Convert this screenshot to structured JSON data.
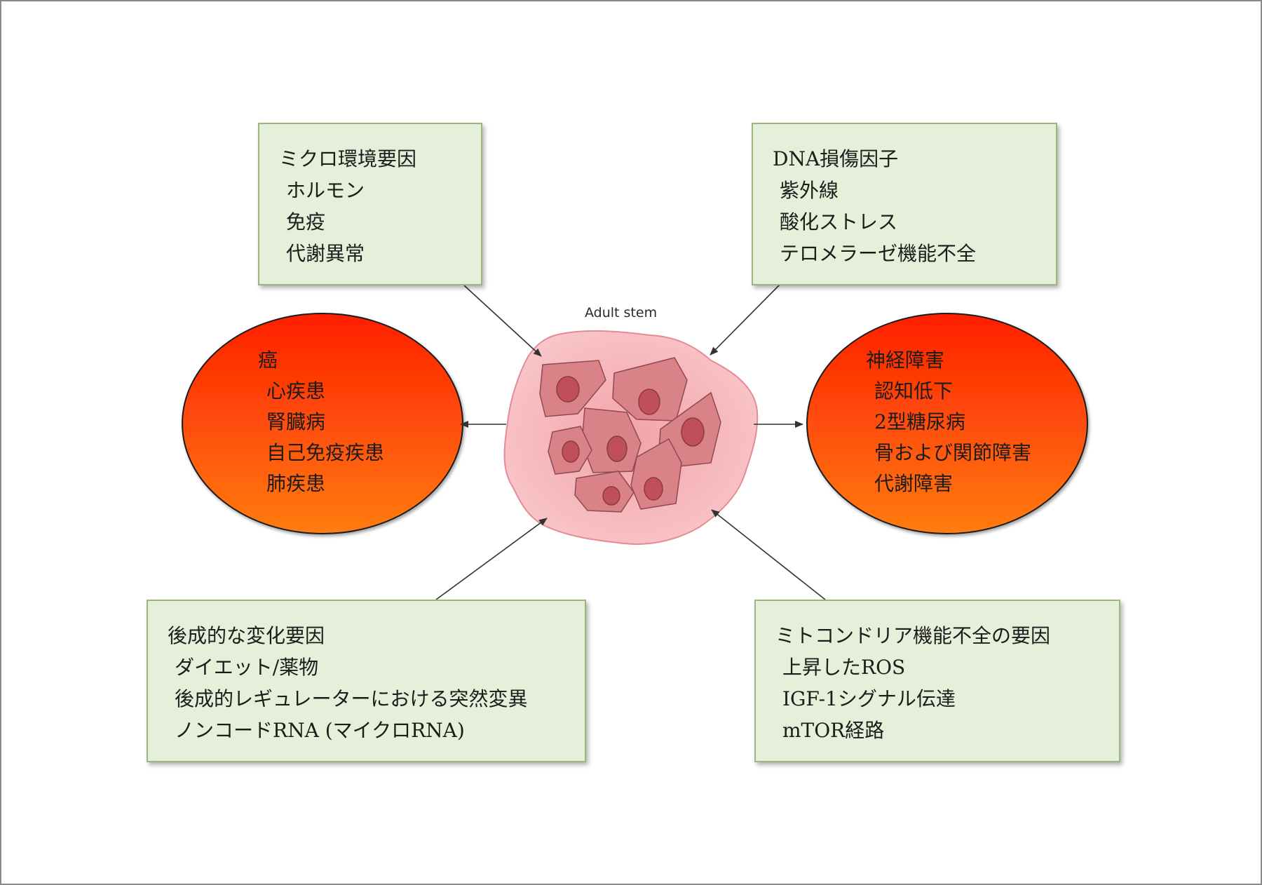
{
  "cell": {
    "label": "Adult stem"
  },
  "boxes": {
    "microenvironment": {
      "title": "ミクロ環境要因",
      "items": [
        "ホルモン",
        "免疫",
        "代謝異常"
      ]
    },
    "dna_damage": {
      "title": "DNA損傷因子",
      "items": [
        "紫外線",
        "酸化ストレス",
        "テロメラーゼ機能不全"
      ]
    },
    "epigenetic": {
      "title": "後成的な変化要因",
      "items": [
        "ダイエット/薬物",
        "後成的レギュレーターにおける突然変異",
        "ノンコードRNA (マイクロRNA)"
      ]
    },
    "mitochondria": {
      "title": "ミトコンドリア機能不全の要因",
      "items": [
        "上昇したROS",
        "IGF-1シグナル伝達",
        "mTOR経路"
      ]
    }
  },
  "ovals": {
    "left": {
      "title": "癌",
      "items": [
        "心疾患",
        "腎臓病",
        "自己免疫疾患",
        "肺疾患"
      ]
    },
    "right": {
      "title": "神経障害",
      "items": [
        "認知低下",
        "2型糖尿病",
        "骨および関節障害",
        "代謝障害"
      ]
    }
  },
  "colors": {
    "box_fill": "#e6efd9",
    "box_border": "#9ab77f",
    "oval_top": "#ff1f00",
    "oval_bottom": "#ff7a10",
    "cell_fill": "#f7b9bd",
    "cell_inner": "#d98389",
    "nucleus": "#bf4f59"
  }
}
